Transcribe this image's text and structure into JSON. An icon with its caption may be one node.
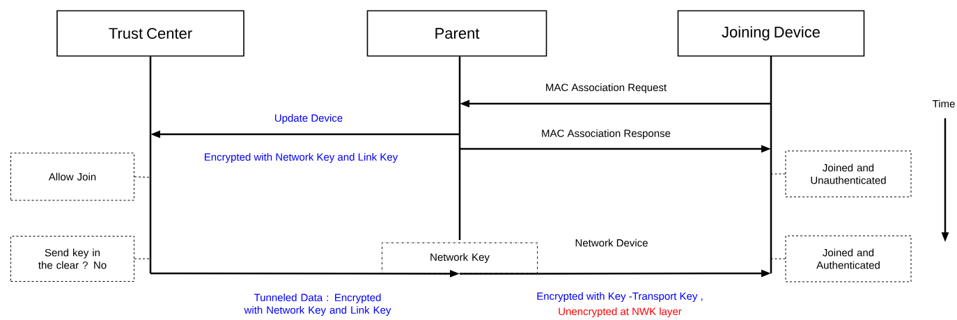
{
  "diagram": {
    "nodes": [
      {
        "text": [
          "Trust Center"
        ]
      },
      {
        "text": [
          "Parent"
        ]
      },
      {
        "text": [
          "Joining Device"
        ]
      },
      {
        "text": [
          "Allow Join"
        ]
      },
      {
        "text": [
          "Joined and Unauthenticated"
        ]
      },
      {
        "text": [
          "Send key in the clear ? No"
        ]
      },
      {
        "text": [
          "Joined and Authenticated"
        ]
      },
      {
        "text": [
          "Network Key"
        ]
      }
    ],
    "edges": [
      {
        "from": 2,
        "to": 1,
        "arrow": "to",
        "label": "MAC Association Request"
      },
      {
        "from": 1,
        "to": 0,
        "arrow": "to",
        "label": "Update Device"
      },
      {
        "from": 1,
        "to": 2,
        "arrow": "to",
        "label": "MAC Association Response"
      },
      {
        "from": 0,
        "to": 7,
        "arrow": "to"
      },
      {
        "from": 7,
        "to": 2,
        "arrow": "to",
        "label": "Network Device"
      },
      {
        "from": 3,
        "to": 0,
        "arrow": "none",
        "style": "dashed"
      },
      {
        "from": 4,
        "to": 2,
        "arrow": "none",
        "style": "dashed"
      },
      {
        "from": 5,
        "to": 0,
        "arrow": "none",
        "style": "dashed"
      },
      {
        "from": 6,
        "to": 2,
        "arrow": "none",
        "style": "dashed"
      }
    ],
    "labels": [
      "Time",
      "Encrypted with Network Key and Link Key",
      "Tunneled Data : Encrypted with Network Key and Link Key",
      "Encrypted with Key -Transport Key ,",
      "Unencrypted at NWK layer"
    ]
  }
}
